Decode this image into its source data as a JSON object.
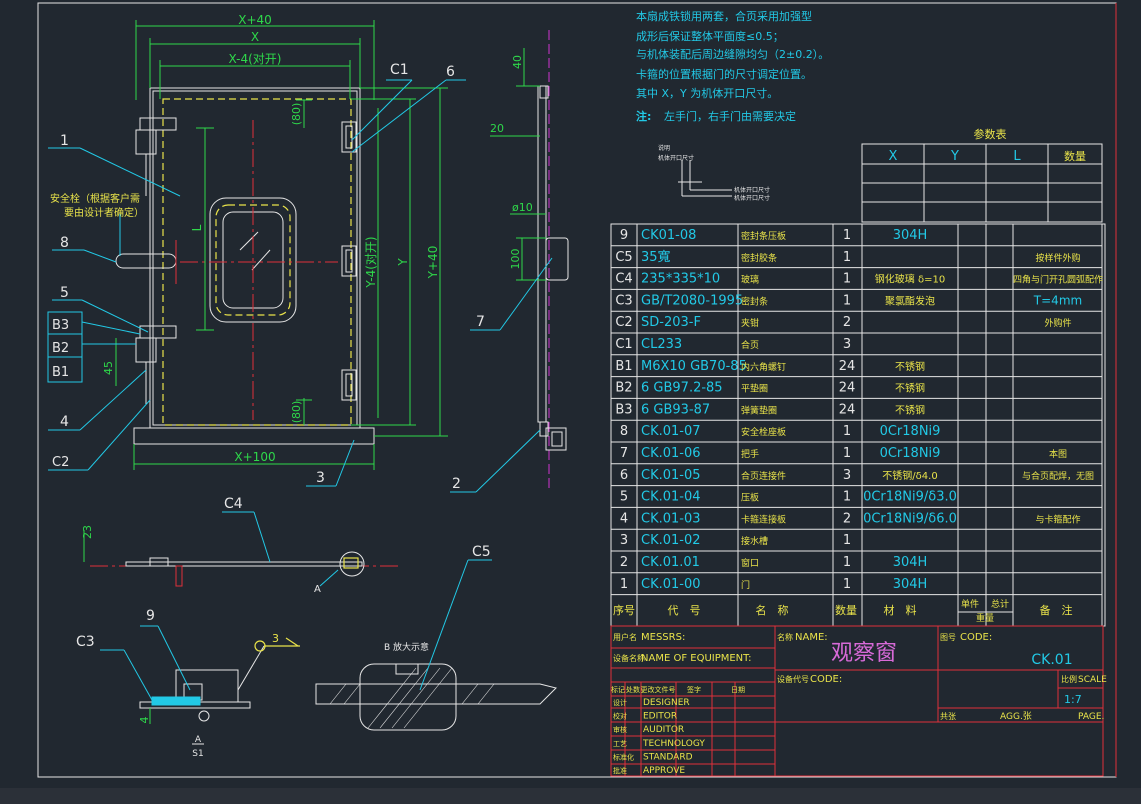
{
  "notes": [
    "本扇成铁锁用两套，合页采用加强型",
    "成形后保证整体平面度≤0.5；",
    "与机体装配后周边缝隙均匀（2±0.2）。",
    "卡箍的位置根据门的尺寸调定位置。",
    "其中 X，Y 为机体开口尺寸。"
  ],
  "note_prefix": "注:",
  "note_last": "左手门，右手门由需要决定",
  "dims": {
    "x40": "X+40",
    "x": "X",
    "x4": "X-4(对开)",
    "x100": "X+100",
    "y40": "Y+40",
    "y": "Y",
    "y4": "Y-4(对开)",
    "l": "L",
    "d80a": "(80)",
    "d80b": "(80)",
    "d40": "40",
    "d20": "20",
    "d10": "ø10",
    "d100": "100",
    "d45": "45",
    "d23": "23",
    "d4": "4",
    "d3": "3"
  },
  "callouts": {
    "c1": "C1",
    "c6": "6",
    "c1n": "1",
    "c8": "8",
    "c5": "5",
    "cb3": "B3",
    "cb2": "B2",
    "cb1": "B1",
    "c4": "4",
    "cc2": "C2",
    "c3": "3",
    "c2": "2",
    "c7": "7",
    "cc4": "C4",
    "cc5": "C5",
    "cc3": "C3",
    "c9": "9",
    "ca": "A",
    "cb": "B 放大示意"
  },
  "safety_note": [
    "安全栓（根据客户需",
    "要由设计者确定）"
  ],
  "section_label": {
    "top": "A",
    "bottom": "S1"
  },
  "leader_small": {
    "l1": "说明",
    "l2": "机体开口尺寸",
    "l3": "机体开口尺寸",
    "l4": "机体开口尺寸"
  },
  "param_table": {
    "title": "参数表",
    "headers": [
      "X",
      "Y",
      "L",
      "数量"
    ]
  },
  "bom": {
    "rows": [
      {
        "no": "9",
        "code": "CK01-08",
        "name": "密封条压板",
        "qty": "1",
        "mat": "304H",
        "note": ""
      },
      {
        "no": "C5",
        "code": "35寬",
        "name": "密封胶条",
        "qty": "1",
        "mat": "",
        "note": "按样件外购"
      },
      {
        "no": "C4",
        "code": "235*335*10",
        "name": "玻璃",
        "qty": "1",
        "mat": "钢化玻璃 δ=10",
        "note": "四角与门开孔圆弧配作"
      },
      {
        "no": "C3",
        "code": "GB/T2080-1995",
        "name": "密封条",
        "qty": "1",
        "mat": "聚氯酯发泡",
        "note": "T=4mm"
      },
      {
        "no": "C2",
        "code": "SD-203-F",
        "name": "夹钳",
        "qty": "2",
        "mat": "",
        "note": "外购件"
      },
      {
        "no": "C1",
        "code": "CL233",
        "name": "合页",
        "qty": "3",
        "mat": "",
        "note": ""
      },
      {
        "no": "B1",
        "code": "M6X10 GB70-85",
        "name": "内六角螺钉",
        "qty": "24",
        "mat": "不锈钢",
        "note": ""
      },
      {
        "no": "B2",
        "code": "6 GB97.2-85",
        "name": "平垫圈",
        "qty": "24",
        "mat": "不锈钢",
        "note": ""
      },
      {
        "no": "B3",
        "code": "6 GB93-87",
        "name": "弹簧垫圈",
        "qty": "24",
        "mat": "不锈钢",
        "note": ""
      },
      {
        "no": "8",
        "code": "CK.01-07",
        "name": "安全栓座板",
        "qty": "1",
        "mat": "0Cr18Ni9",
        "note": ""
      },
      {
        "no": "7",
        "code": "CK.01-06",
        "name": "把手",
        "qty": "1",
        "mat": "0Cr18Ni9",
        "note": "本图"
      },
      {
        "no": "6",
        "code": "CK.01-05",
        "name": "合页连接件",
        "qty": "3",
        "mat": "不锈钢/δ4.0",
        "note": "与合页配焊，无图"
      },
      {
        "no": "5",
        "code": "CK.01-04",
        "name": "压板",
        "qty": "1",
        "mat": "0Cr18Ni9/δ3.0",
        "note": ""
      },
      {
        "no": "4",
        "code": "CK.01-03",
        "name": "卡箍连接板",
        "qty": "2",
        "mat": "0Cr18Ni9/δ6.0",
        "note": "与卡箍配作"
      },
      {
        "no": "3",
        "code": "CK.01-02",
        "name": "接水槽",
        "qty": "1",
        "mat": "",
        "note": ""
      },
      {
        "no": "2",
        "code": "CK.01.01",
        "name": "窗口",
        "qty": "1",
        "mat": "304H",
        "note": ""
      },
      {
        "no": "1",
        "code": "CK.01-00",
        "name": "门",
        "qty": "1",
        "mat": "304H",
        "note": ""
      }
    ],
    "footer": [
      "序号",
      "代　号",
      "名　称",
      "数量",
      "材　料",
      "单件",
      "总计",
      "重量",
      "备　注"
    ]
  },
  "title_block": {
    "messrs_cn": "用户名",
    "messrs_en": "MESSRS:",
    "equip_cn": "设备名称",
    "equip_en": "NAME OF EQUIPMENT:",
    "name_cn": "名称",
    "name_en": "NAME:",
    "name_value": "观察窗",
    "code_cn": "图号",
    "code_en": "CODE:",
    "code_value": "CK.01",
    "equip_code_cn": "设备代号",
    "equip_code_en": "CODE:",
    "scale_cn": "比例",
    "scale_en": "SCALE",
    "scale_value": "1:7",
    "qty_cn": "共张",
    "agg": "AGG.张",
    "page": "PAGE.",
    "mark_headers": [
      "标记",
      "处数",
      "更改文件号",
      "签字",
      "日期"
    ],
    "roles": [
      {
        "cn": "设计",
        "en": "DESIGNER"
      },
      {
        "cn": "校对",
        "en": "EDITOR"
      },
      {
        "cn": "审核",
        "en": "AUDITOR"
      },
      {
        "cn": "工艺",
        "en": "TECHNOLOGY"
      },
      {
        "cn": "标准化",
        "en": "STANDARD"
      },
      {
        "cn": "批准",
        "en": "APPROVE"
      }
    ]
  }
}
